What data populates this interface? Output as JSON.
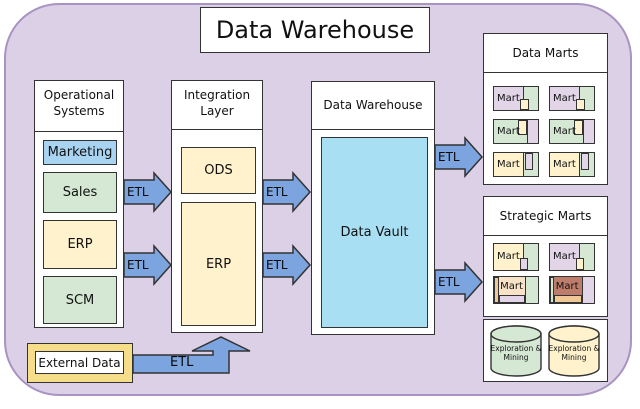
{
  "title": "Data Warehouse",
  "etl_label": "ETL",
  "colors": {
    "canvas_fill": "#DBD0E6",
    "canvas_border": "#A993C2",
    "arrow_blue": "#7CA5DF",
    "item_blue": "#A8D4F2",
    "item_green": "#D5E8D4",
    "item_yellow": "#FFF2CC",
    "vault_blue": "#A9DFF2",
    "mart_purple": "#E1D5E7",
    "mart_tan": "#F0C896",
    "mart_red": "#BE7D6B",
    "external_gold": "#F6DD8A"
  },
  "operational": {
    "header": "Operational Systems",
    "items": [
      {
        "label": "Marketing",
        "color": "#A8D4F2"
      },
      {
        "label": "Sales",
        "color": "#D5E8D4"
      },
      {
        "label": "ERP",
        "color": "#FFF2CC"
      },
      {
        "label": "SCM",
        "color": "#D5E8D4"
      }
    ]
  },
  "integration": {
    "header": "Integration Layer",
    "items": [
      {
        "label": "ODS",
        "color": "#FFF2CC"
      },
      {
        "label": "ERP",
        "color": "#FFF2CC"
      }
    ]
  },
  "warehouse": {
    "header": "Data Warehouse",
    "vault": "Data Vault"
  },
  "data_marts": {
    "header": "Data Marts",
    "marts": [
      {
        "label": "Mart"
      },
      {
        "label": "Mart"
      },
      {
        "label": "Mart"
      },
      {
        "label": "Mart"
      },
      {
        "label": "Mart"
      },
      {
        "label": "Mart"
      }
    ]
  },
  "strategic_marts": {
    "header": "Strategic Marts",
    "marts": [
      {
        "label": "Mart"
      },
      {
        "label": "Mart"
      },
      {
        "label": "Mart"
      },
      {
        "label": "Mart"
      }
    ]
  },
  "mining": {
    "cylinders": [
      {
        "label": "Exploration & Mining",
        "color": "#D5E8D4"
      },
      {
        "label": "Exploration & Mining",
        "color": "#FFF2CC"
      }
    ]
  },
  "external": {
    "label": "External Data"
  }
}
